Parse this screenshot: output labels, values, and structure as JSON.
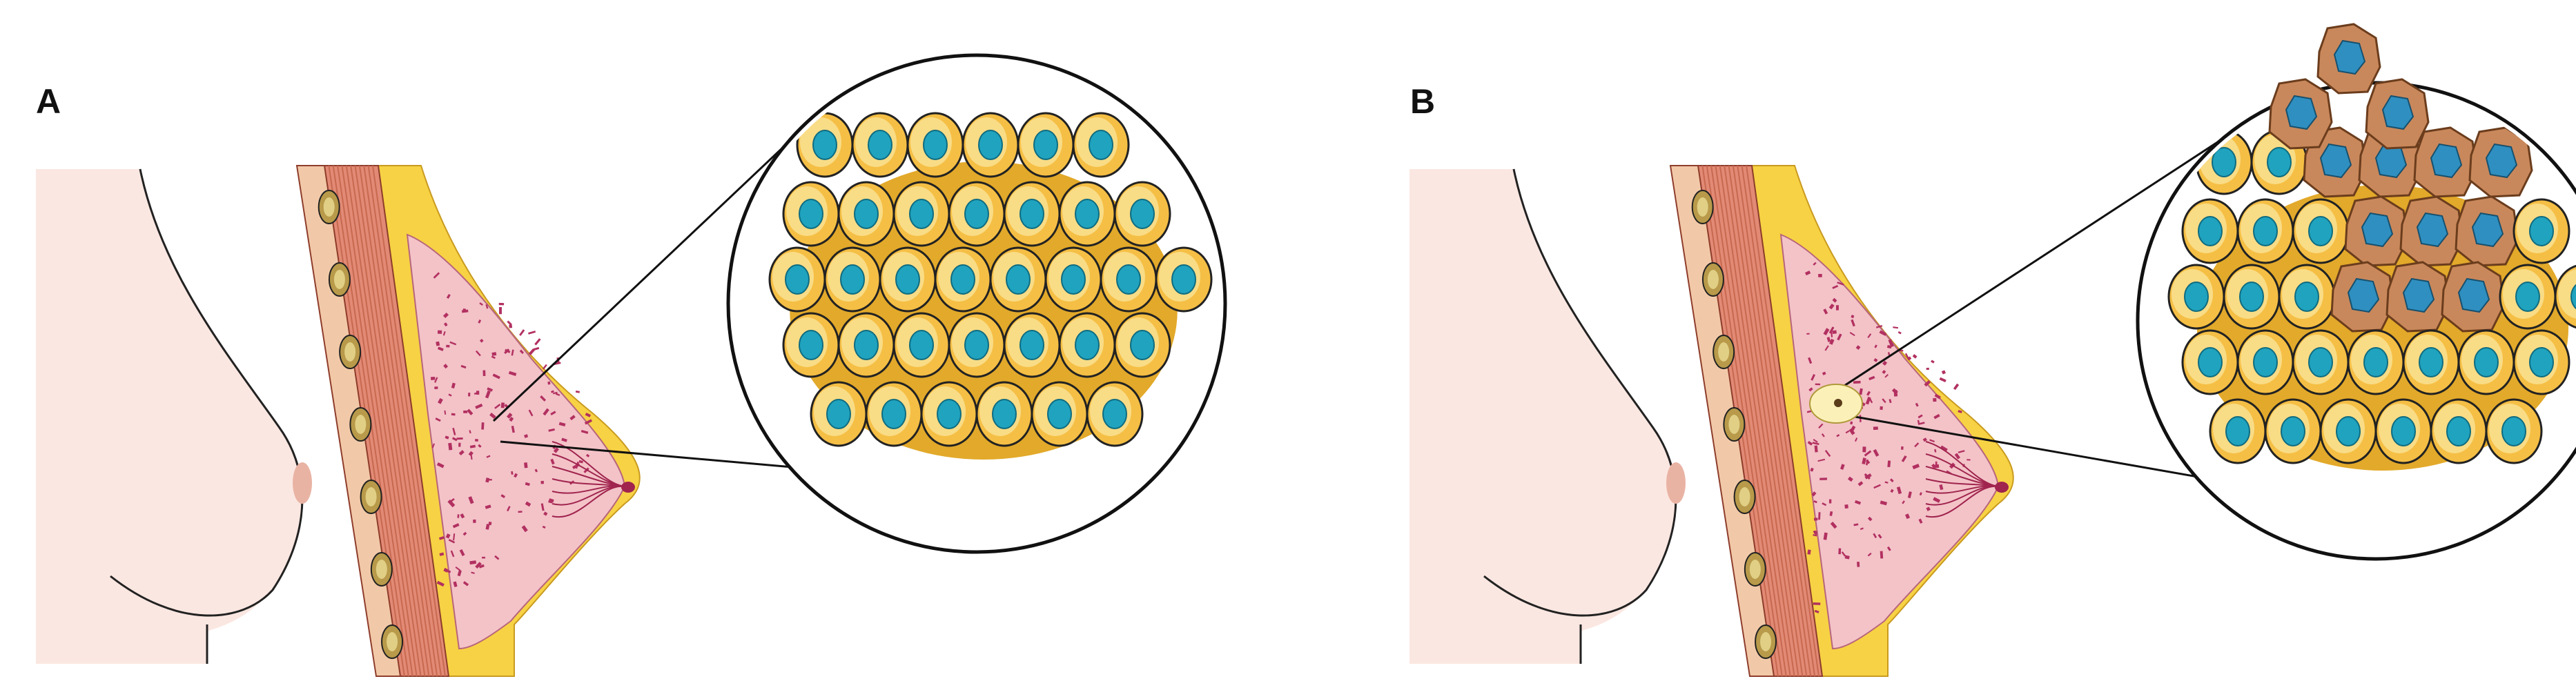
{
  "figure": {
    "panels": [
      {
        "label": "A",
        "state": "normal"
      },
      {
        "label": "B",
        "state": "tumor"
      }
    ]
  },
  "colors": {
    "skin": "#fbe7e1",
    "skin_outline": "#222222",
    "fat": "#f7d244",
    "muscle": "#e28a75",
    "gland": "#f3c3c8",
    "gland_dots": "#b23060",
    "cell_fill": "#f5bf45",
    "cell_inner": "#f9dc86",
    "nucleus": "#20a3bf",
    "tumor_cell": "#c9885b",
    "tumor_nucleus": "#2f8fc0",
    "lens_outline": "#111111"
  }
}
